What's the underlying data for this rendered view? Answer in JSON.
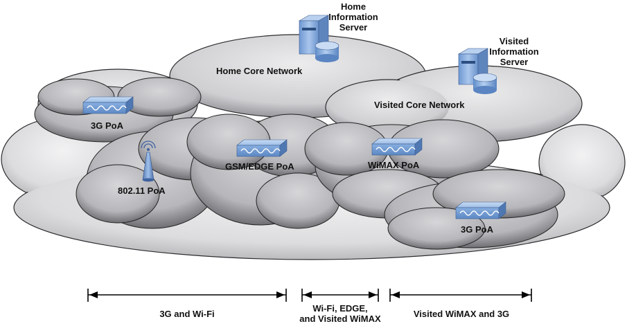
{
  "diagram": {
    "home_core_network": "Home Core Network",
    "visited_core_network": "Visited Core Network",
    "home_server": {
      "lines": [
        "Home",
        "Information",
        "Server"
      ]
    },
    "visited_server": {
      "lines": [
        "Visited",
        "Information",
        "Server"
      ]
    },
    "poa": {
      "home_3g": "3G PoA",
      "wifi": "802.11 PoA",
      "gsm_edge": "GSM/EDGE PoA",
      "wimax": "WiMAX PoA",
      "visited_3g": "3G PoA"
    },
    "ranges": [
      {
        "lines": [
          "3G and Wi-Fi"
        ]
      },
      {
        "lines": [
          "Wi-Fi, EDGE,",
          "and Visited WiMAX"
        ]
      },
      {
        "lines": [
          "Visited WiMAX and 3G"
        ]
      }
    ],
    "colors": {
      "cloud_outer": "#e4e4e6",
      "cloud_inner": "#bfbfc3",
      "cloud_shadow": "#555559",
      "device_blue": "#7fa6d8",
      "server_blue": "#8fb2df"
    }
  }
}
